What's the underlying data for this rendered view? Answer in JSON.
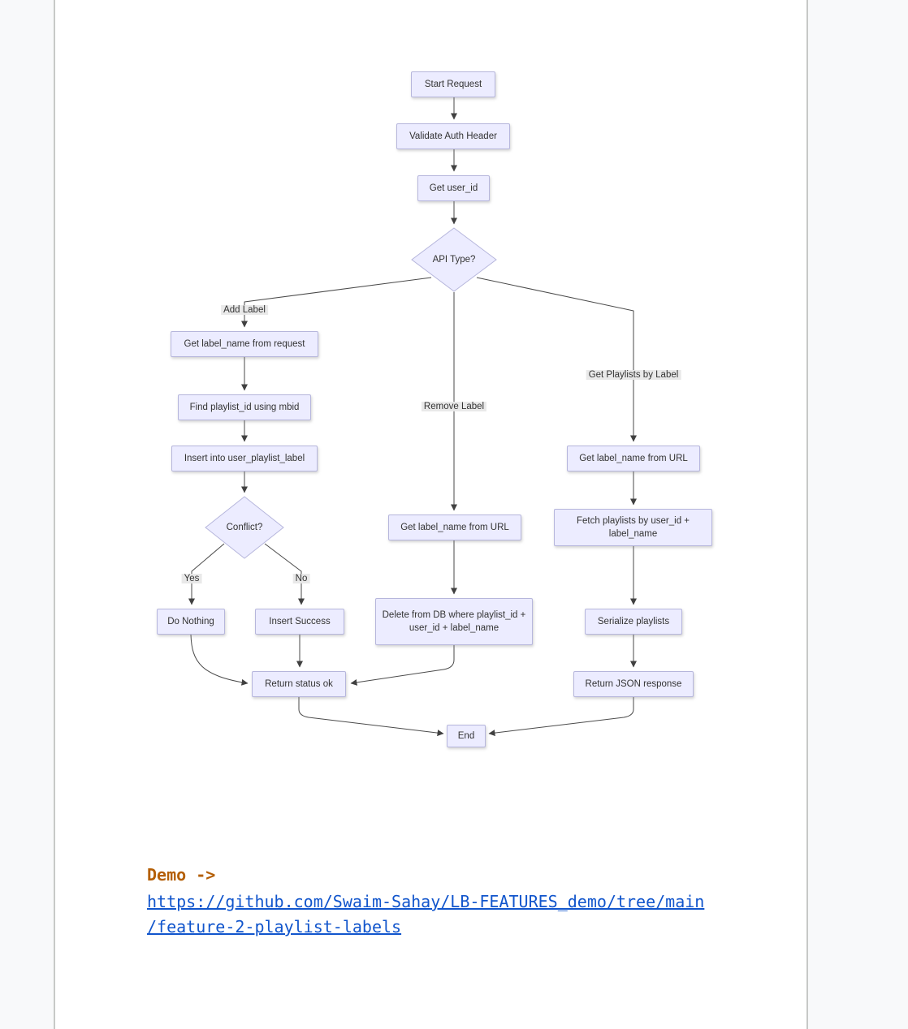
{
  "flowchart": {
    "nodes": {
      "start": {
        "label": "Start Request"
      },
      "validate_auth": {
        "label": "Validate Auth Header"
      },
      "get_user_id": {
        "label": "Get user_id"
      },
      "api_type": {
        "label": "API Type?"
      },
      "get_label_name_request": {
        "label": "Get label_name from request"
      },
      "find_playlist_id": {
        "label": "Find playlist_id using mbid"
      },
      "insert_user_playlist_label": {
        "label": "Insert into user_playlist_label"
      },
      "conflict": {
        "label": "Conflict?"
      },
      "do_nothing": {
        "label": "Do Nothing"
      },
      "insert_success": {
        "label": "Insert Success"
      },
      "get_label_name_url_remove": {
        "label": "Get label_name from URL"
      },
      "delete_from_db": {
        "label": "Delete from DB where playlist_id + user_id + label_name"
      },
      "get_label_name_url_get": {
        "label": "Get label_name from URL"
      },
      "fetch_playlists": {
        "label": "Fetch playlists by user_id + label_name"
      },
      "serialize_playlists": {
        "label": "Serialize playlists"
      },
      "return_status_ok": {
        "label": "Return status ok"
      },
      "return_json": {
        "label": "Return JSON response"
      },
      "end": {
        "label": "End"
      }
    },
    "edge_labels": {
      "add_label": "Add Label",
      "remove_label": "Remove Label",
      "get_playlists_by_label": "Get Playlists by Label",
      "yes": "Yes",
      "no": "No"
    },
    "edges": [
      [
        "start",
        "validate_auth"
      ],
      [
        "validate_auth",
        "get_user_id"
      ],
      [
        "get_user_id",
        "api_type"
      ],
      [
        "api_type",
        "get_label_name_request",
        "Add Label"
      ],
      [
        "api_type",
        "get_label_name_url_remove",
        "Remove Label"
      ],
      [
        "api_type",
        "get_label_name_url_get",
        "Get Playlists by Label"
      ],
      [
        "get_label_name_request",
        "find_playlist_id"
      ],
      [
        "find_playlist_id",
        "insert_user_playlist_label"
      ],
      [
        "insert_user_playlist_label",
        "conflict"
      ],
      [
        "conflict",
        "do_nothing",
        "Yes"
      ],
      [
        "conflict",
        "insert_success",
        "No"
      ],
      [
        "do_nothing",
        "return_status_ok"
      ],
      [
        "insert_success",
        "return_status_ok"
      ],
      [
        "get_label_name_url_remove",
        "delete_from_db"
      ],
      [
        "delete_from_db",
        "return_status_ok"
      ],
      [
        "get_label_name_url_get",
        "fetch_playlists"
      ],
      [
        "fetch_playlists",
        "serialize_playlists"
      ],
      [
        "serialize_playlists",
        "return_json"
      ],
      [
        "return_status_ok",
        "end"
      ],
      [
        "return_json",
        "end"
      ]
    ],
    "colors": {
      "node_fill": "#ECECFF",
      "node_border": "#b6b6dc",
      "edge": "#404040",
      "edge_label_bg": "#e8e8e8",
      "node_text": "#333333"
    }
  },
  "footer": {
    "demo_label": "Demo ->",
    "link_line1": "https://github.com/Swaim-Sahay/LB-FEATURES_demo/tree/main",
    "link_line2": "/feature-2-playlist-labels",
    "link_href": "https://github.com/Swaim-Sahay/LB-FEATURES_demo/tree/main/feature-2-playlist-labels",
    "colors": {
      "demo_text": "#b45f06",
      "link": "#1155cc"
    }
  }
}
